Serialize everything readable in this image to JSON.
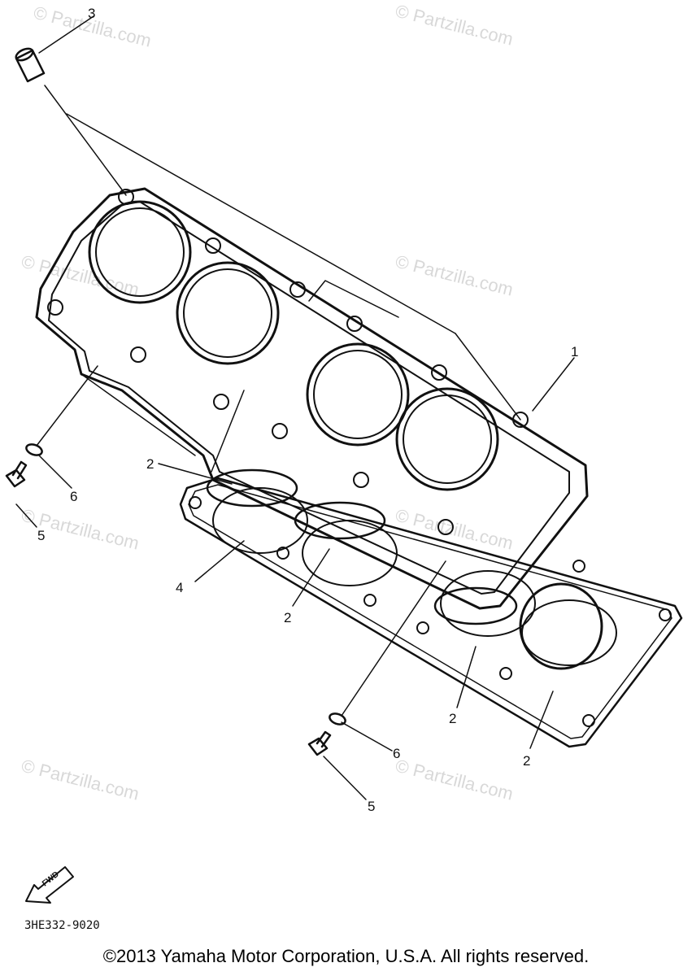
{
  "watermark": "© Partzilla.com",
  "callouts": {
    "c1": "1",
    "c2a": "2",
    "c2b": "2",
    "c2c": "2",
    "c2d": "2",
    "c3": "3",
    "c4": "4",
    "c5a": "5",
    "c5b": "5",
    "c6a": "6",
    "c6b": "6"
  },
  "fwd_label": "FWD",
  "part_code": "3HE332-9020",
  "copyright": "©2013 Yamaha Motor Corporation, U.S.A. All rights reserved."
}
